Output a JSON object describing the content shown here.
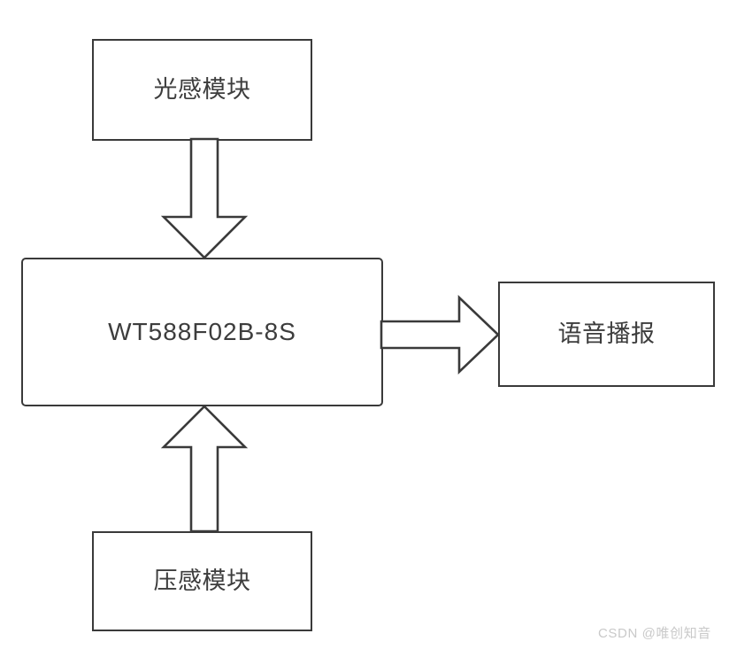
{
  "diagram": {
    "title": "WT588F02B-8S voice module block diagram",
    "background_color": "#ffffff",
    "stroke_color": "#3a3a3a",
    "text_color": "#3d3d3d",
    "nodes": [
      {
        "id": "light-sensor",
        "label": "光感模块",
        "shape": "rectangle",
        "position": "top"
      },
      {
        "id": "controller",
        "label": "WT588F02B-8S",
        "shape": "rounded-rectangle",
        "position": "center"
      },
      {
        "id": "voice-broadcast",
        "label": "语音播报",
        "shape": "rectangle",
        "position": "right"
      },
      {
        "id": "pressure-sensor",
        "label": "压感模块",
        "shape": "rectangle",
        "position": "bottom"
      }
    ],
    "connectors": [
      {
        "id": "light-to-controller",
        "from": "light-sensor",
        "to": "controller",
        "direction": "down",
        "style": "hollow-block-arrow"
      },
      {
        "id": "controller-to-voice",
        "from": "controller",
        "to": "voice-broadcast",
        "direction": "right",
        "style": "hollow-block-arrow"
      },
      {
        "id": "pressure-to-controller",
        "from": "pressure-sensor",
        "to": "controller",
        "direction": "up",
        "style": "hollow-block-arrow"
      }
    ]
  },
  "watermark": {
    "text": "CSDN @唯创知音",
    "color": "#c9c9c9"
  }
}
